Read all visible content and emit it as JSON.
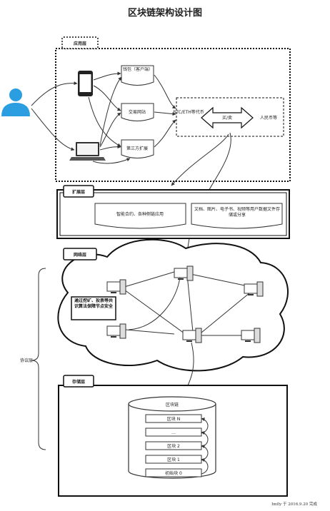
{
  "title": "区块链架构设计图",
  "layers": {
    "application": "应用层",
    "extension": "扩展层",
    "network": "网络层",
    "storage": "存储层",
    "protocol": "协议层"
  },
  "application": {
    "wallet": "钱包（客户端）",
    "exchange": "交易网站",
    "third_party": "第三方扩展",
    "btc_eth": "BTC/ETH等代币",
    "buy_sell": "买/卖",
    "rmb": "人民币等"
  },
  "extension": {
    "smart_contract": "智能合约、各种侧链应用",
    "file_storage": "文档、图片、电子书、视频等用户数据文件存储或分享"
  },
  "network": {
    "consensus_note": "通过挖矿、投票等共识算法保障节点安全"
  },
  "storage": {
    "blockchain_label": "区块链",
    "blocks": [
      "区块 N",
      "…",
      "区块 2",
      "区块 1",
      "初始块 0"
    ]
  },
  "footer": "Imfly 于 2016.9.20 完成",
  "colors": {
    "user_icon": "#2a9ee0",
    "outline": "#111111",
    "connector": "#333333"
  }
}
